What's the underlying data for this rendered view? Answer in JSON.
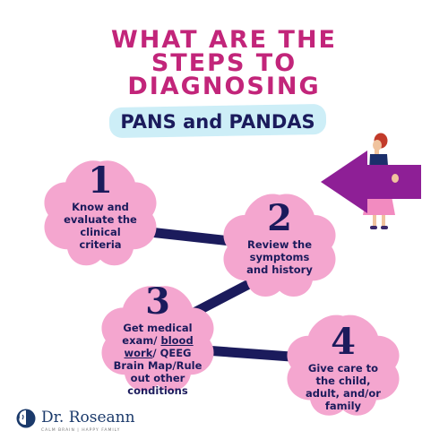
{
  "title_lines": [
    "WHAT ARE THE",
    "STEPS TO",
    "DIAGNOSING"
  ],
  "subtitle": "PANS and PANDAS",
  "steps": [
    {
      "number": "1",
      "lines": [
        "Know and",
        "evaluate the",
        "clinical",
        "criteria"
      ]
    },
    {
      "number": "2",
      "lines": [
        "Review the",
        "symptoms",
        "and history"
      ]
    },
    {
      "number": "3",
      "line1": "Get medical",
      "line2_a": "exam/ ",
      "line2_b": "blood",
      "line3_a": "work",
      "line3_b": "/ QEEG",
      "line4": "Brain Map/Rule",
      "line5": "out other",
      "line6": "conditions"
    },
    {
      "number": "4",
      "lines": [
        "Give care to",
        "the child,",
        "adult, and/or",
        "family"
      ]
    }
  ],
  "brand": {
    "name": "Dr. Roseann",
    "tagline": "CALM BRAIN | HAPPY FAMILY"
  },
  "colors": {
    "accent": "#c2257a",
    "navy": "#1b1b5c",
    "blob": "#f4a6cf",
    "arrow": "#8e1f96",
    "band": "#cdeef7"
  },
  "icons": [
    "woman-holding-arrow-illustration",
    "brain-logo-icon"
  ]
}
